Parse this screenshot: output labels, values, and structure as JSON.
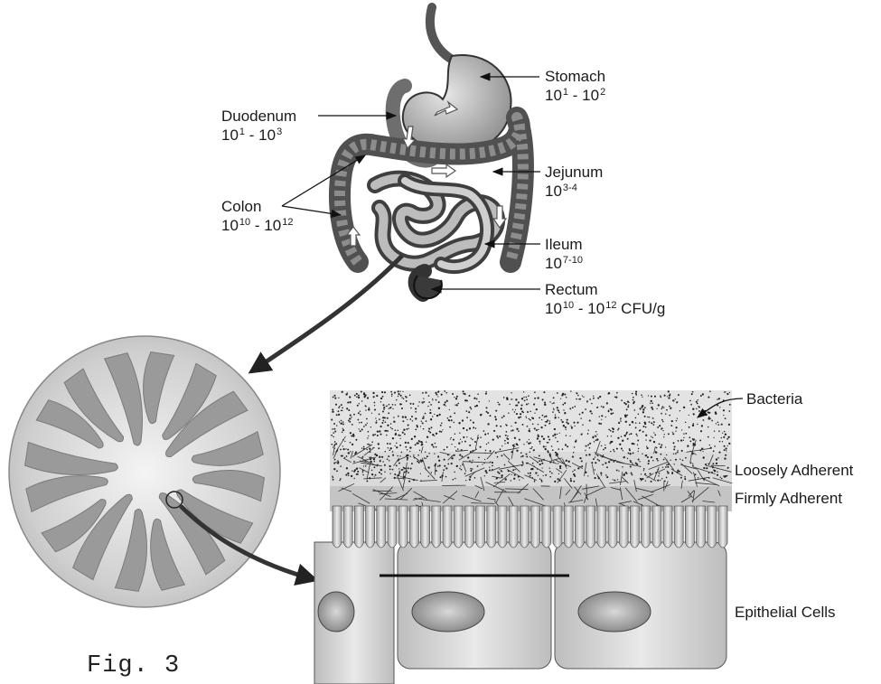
{
  "figure_label": "Fig. 3",
  "gut_regions": [
    {
      "id": "stomach",
      "name": "Stomach",
      "count_a": "10",
      "exp_a": "1",
      "sep": " - ",
      "count_b": "10",
      "exp_b": "2",
      "unit": ""
    },
    {
      "id": "duodenum",
      "name": "Duodenum",
      "count_a": "10",
      "exp_a": "1",
      "sep": " - ",
      "count_b": "10",
      "exp_b": "3",
      "unit": ""
    },
    {
      "id": "jejunum",
      "name": "Jejunum",
      "count_a": "10",
      "exp_a": "3-4",
      "sep": "",
      "count_b": "",
      "exp_b": "",
      "unit": ""
    },
    {
      "id": "colon",
      "name": "Colon",
      "count_a": "10",
      "exp_a": "10",
      "sep": " - ",
      "count_b": "10",
      "exp_b": "12",
      "unit": ""
    },
    {
      "id": "ileum",
      "name": "Ileum",
      "count_a": "10",
      "exp_a": "7-10",
      "sep": "",
      "count_b": "",
      "exp_b": "",
      "unit": ""
    },
    {
      "id": "rectum",
      "name": "Rectum",
      "count_a": "10",
      "exp_a": "10",
      "sep": " - ",
      "count_b": "10",
      "exp_b": "12",
      "unit": " CFU/g"
    }
  ],
  "mucosa_layers": {
    "bacteria": "Bacteria",
    "loosely_adherent": "Loosely Adherent",
    "firmly_adherent": "Firmly Adherent",
    "epithelial_cells": "Epithelial Cells"
  }
}
